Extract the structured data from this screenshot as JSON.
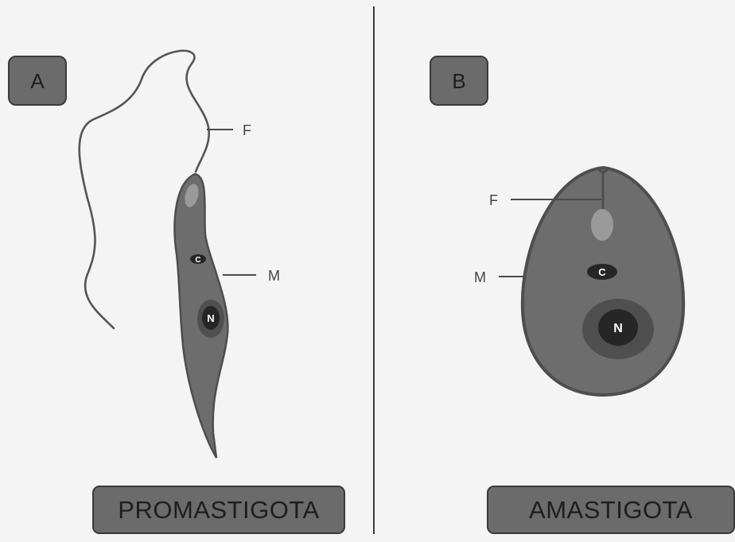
{
  "panels": {
    "a": {
      "letter": "A",
      "title": "PROMASTIGOTA",
      "labels": {
        "flagellum": "F",
        "membrane": "M",
        "kinetoplast": "C",
        "nucleus": "N"
      }
    },
    "b": {
      "letter": "B",
      "title": "AMASTIGOTA",
      "labels": {
        "flagellum": "F",
        "membrane": "M",
        "kinetoplast": "C",
        "nucleus": "N"
      }
    }
  },
  "colors": {
    "background": "#f4f4f4",
    "cell_body": "#6d6d6d",
    "cell_outline": "#4e4e4e",
    "nucleus_halo": "#4f4f4f",
    "nucleus_core": "#262626",
    "flagellar_pocket": "#9a9a9a",
    "divider": "#3a3a3a"
  }
}
